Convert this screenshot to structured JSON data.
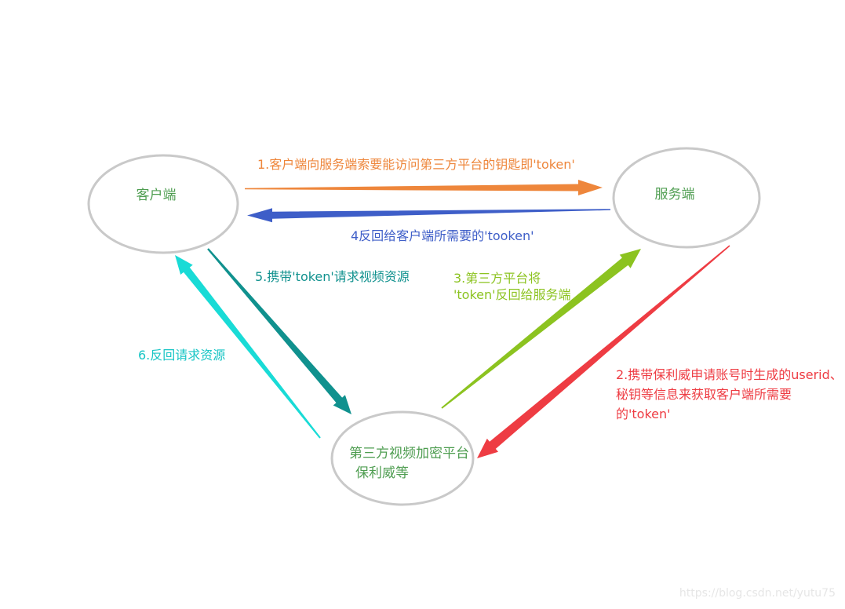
{
  "colors": {
    "node_border": "#C9C9C9",
    "node_label": "#4E9D50",
    "step1": "#EE863B",
    "step2": "#EE3C43",
    "step3": "#8CC320",
    "step4": "#3E5EC8",
    "step5": "#10918E",
    "step6_text": "#17C5C5",
    "step6_arrow": "#19DBD6",
    "watermark": "#E6E6E6"
  },
  "nodes": {
    "client": "客户端",
    "server": "服务端",
    "platform_line1": "第三方视频加密平台",
    "platform_line2": "保利威等"
  },
  "steps": {
    "s1": "1.客户端向服务端索要能访问第三方平台的钥匙即'token'",
    "s2_line1": "2.携带保利威申请账号时生成的userid、",
    "s2_line2": "秘钥等信息来获取客户端所需要",
    "s2_line3": "的'token'",
    "s3_line1": "3.第三方平台将",
    "s3_line2": "'token'反回给服务端",
    "s4": "4反回给客户端所需要的'tooken'",
    "s5": "5.携带'token'请求视频资源",
    "s6": "6.反回请求资源"
  },
  "watermark": "https://blog.csdn.net/yutu75"
}
